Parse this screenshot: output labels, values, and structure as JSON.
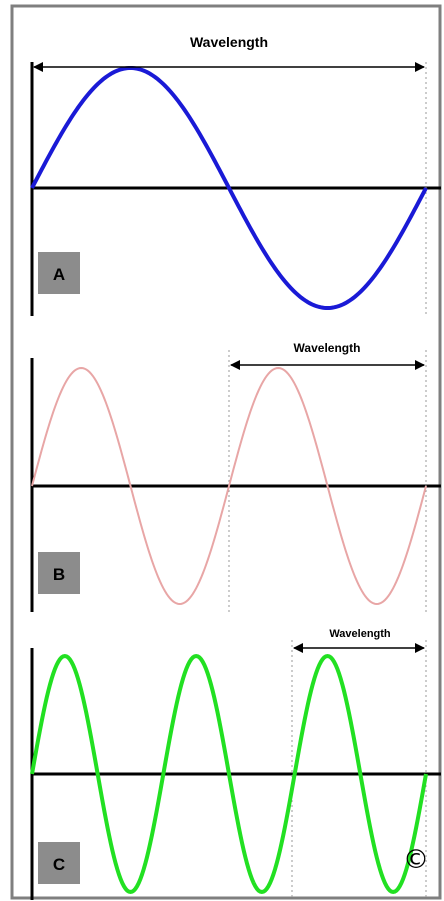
{
  "panels": [
    {
      "id": "A",
      "badge": "A",
      "wavelength_label": "Wavelength",
      "color": "#1a1ad6",
      "cycles": 1
    },
    {
      "id": "B",
      "badge": "B",
      "wavelength_label": "Wavelength",
      "color": "#e8a6a6",
      "cycles": 2
    },
    {
      "id": "C",
      "badge": "C",
      "wavelength_label": "Wavelength",
      "color": "#22e022",
      "cycles": 3
    }
  ],
  "copyright_symbol": "©",
  "colors": {
    "frame": "#7f7f7f",
    "badge_fill": "#8c8c8c",
    "axis": "#000000",
    "guide": "#9a9a9a"
  }
}
